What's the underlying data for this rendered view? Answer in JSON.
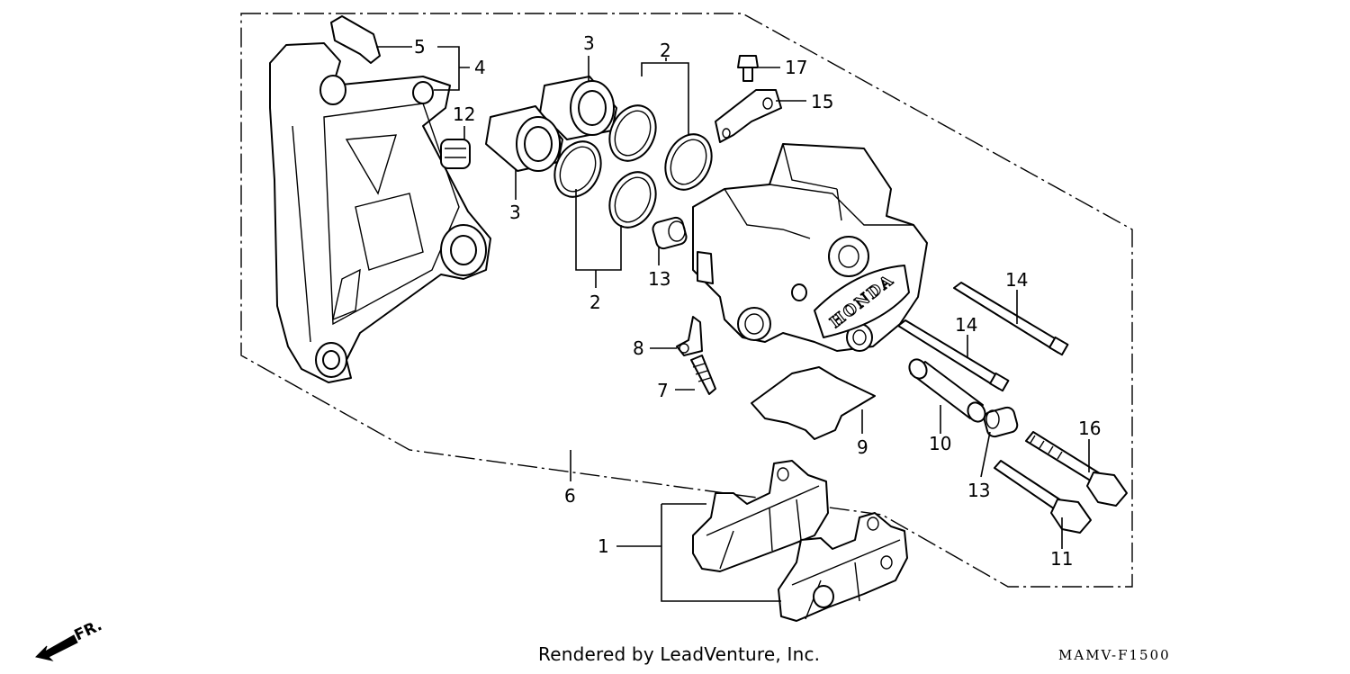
{
  "callouts": {
    "c1": "1",
    "c2a": "2",
    "c2b": "2",
    "c3a": "3",
    "c3b": "3",
    "c4": "4",
    "c5": "5",
    "c6": "6",
    "c7": "7",
    "c8": "8",
    "c9": "9",
    "c10": "10",
    "c11": "11",
    "c12": "12",
    "c13a": "13",
    "c13b": "13",
    "c14a": "14",
    "c14b": "14",
    "c15": "15",
    "c16": "16",
    "c17": "17"
  },
  "caliper_logo": "HONDA",
  "front_label": "FR.",
  "credit": "Rendered by LeadVenture, Inc.",
  "diagram_code": "MAMV-F1500"
}
